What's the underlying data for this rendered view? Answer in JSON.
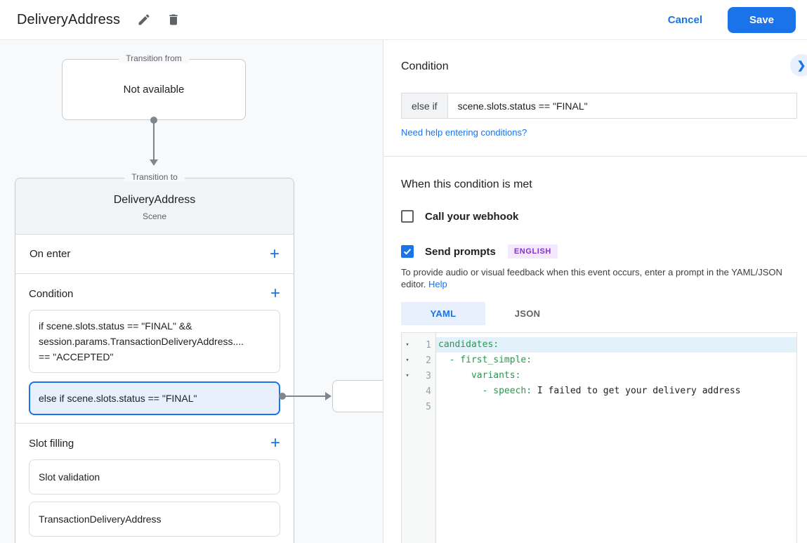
{
  "header": {
    "title": "DeliveryAddress",
    "cancel_label": "Cancel",
    "save_label": "Save"
  },
  "icons": {
    "plus": "+",
    "chevron_right": "❯",
    "fold": "▾",
    "edit": "pencil-icon",
    "delete": "trash-icon",
    "checkmark": "check-icon"
  },
  "colors": {
    "accent_blue": "#1a73e8",
    "selected_bg": "#e8f0fe",
    "badge_bg": "#f3e8fd",
    "badge_text": "#8430ce",
    "yaml_key_green": "#1e9e4a",
    "canvas_bg": "#f8f9fa",
    "card_header_bg": "#f1f3f4"
  },
  "canvas": {
    "transition_from": {
      "legend": "Transition from",
      "content": "Not available"
    },
    "scene_card": {
      "legend": "Transition to",
      "title": "DeliveryAddress",
      "subtitle": "Scene",
      "sections": {
        "on_enter": {
          "label": "On enter"
        },
        "condition": {
          "label": "Condition",
          "items": [
            {
              "text": "if scene.slots.status == \"FINAL\" &&\nsession.params.TransactionDeliveryAddress....\n== \"ACCEPTED\"",
              "selected": false
            },
            {
              "text": "else if scene.slots.status == \"FINAL\"",
              "selected": true
            }
          ]
        },
        "slot_filling": {
          "label": "Slot filling",
          "items": [
            {
              "text": "Slot validation"
            },
            {
              "text": "TransactionDeliveryAddress"
            }
          ]
        }
      }
    }
  },
  "panel": {
    "condition_heading": "Condition",
    "condition_row": {
      "operator": "else if",
      "expression": "scene.slots.status == \"FINAL\""
    },
    "help_link": "Need help entering conditions?",
    "when_heading": "When this condition is met",
    "webhook": {
      "label": "Call your webhook",
      "checked": false
    },
    "prompts": {
      "label": "Send prompts",
      "checked": true,
      "badge": "ENGLISH"
    },
    "helper_text": "To provide audio or visual feedback when this event occurs, enter a prompt in the YAML/JSON editor. ",
    "helper_link": "Help",
    "tabs": [
      {
        "label": "YAML",
        "active": true
      },
      {
        "label": "JSON",
        "active": false
      }
    ],
    "editor": {
      "lines": [
        {
          "number": 1,
          "fold": true,
          "active": true,
          "tokens": [
            {
              "type": "key",
              "text": "candidates:"
            }
          ]
        },
        {
          "number": 2,
          "fold": true,
          "active": false,
          "tokens": [
            {
              "type": "key",
              "text": "  - first_simple:"
            }
          ]
        },
        {
          "number": 3,
          "fold": true,
          "active": false,
          "tokens": [
            {
              "type": "key",
              "text": "      variants:"
            }
          ]
        },
        {
          "number": 4,
          "fold": false,
          "active": false,
          "tokens": [
            {
              "type": "key",
              "text": "        - speech:"
            },
            {
              "type": "plain",
              "text": " I failed to get your delivery address"
            }
          ]
        },
        {
          "number": 5,
          "fold": false,
          "active": false,
          "tokens": []
        }
      ]
    }
  }
}
